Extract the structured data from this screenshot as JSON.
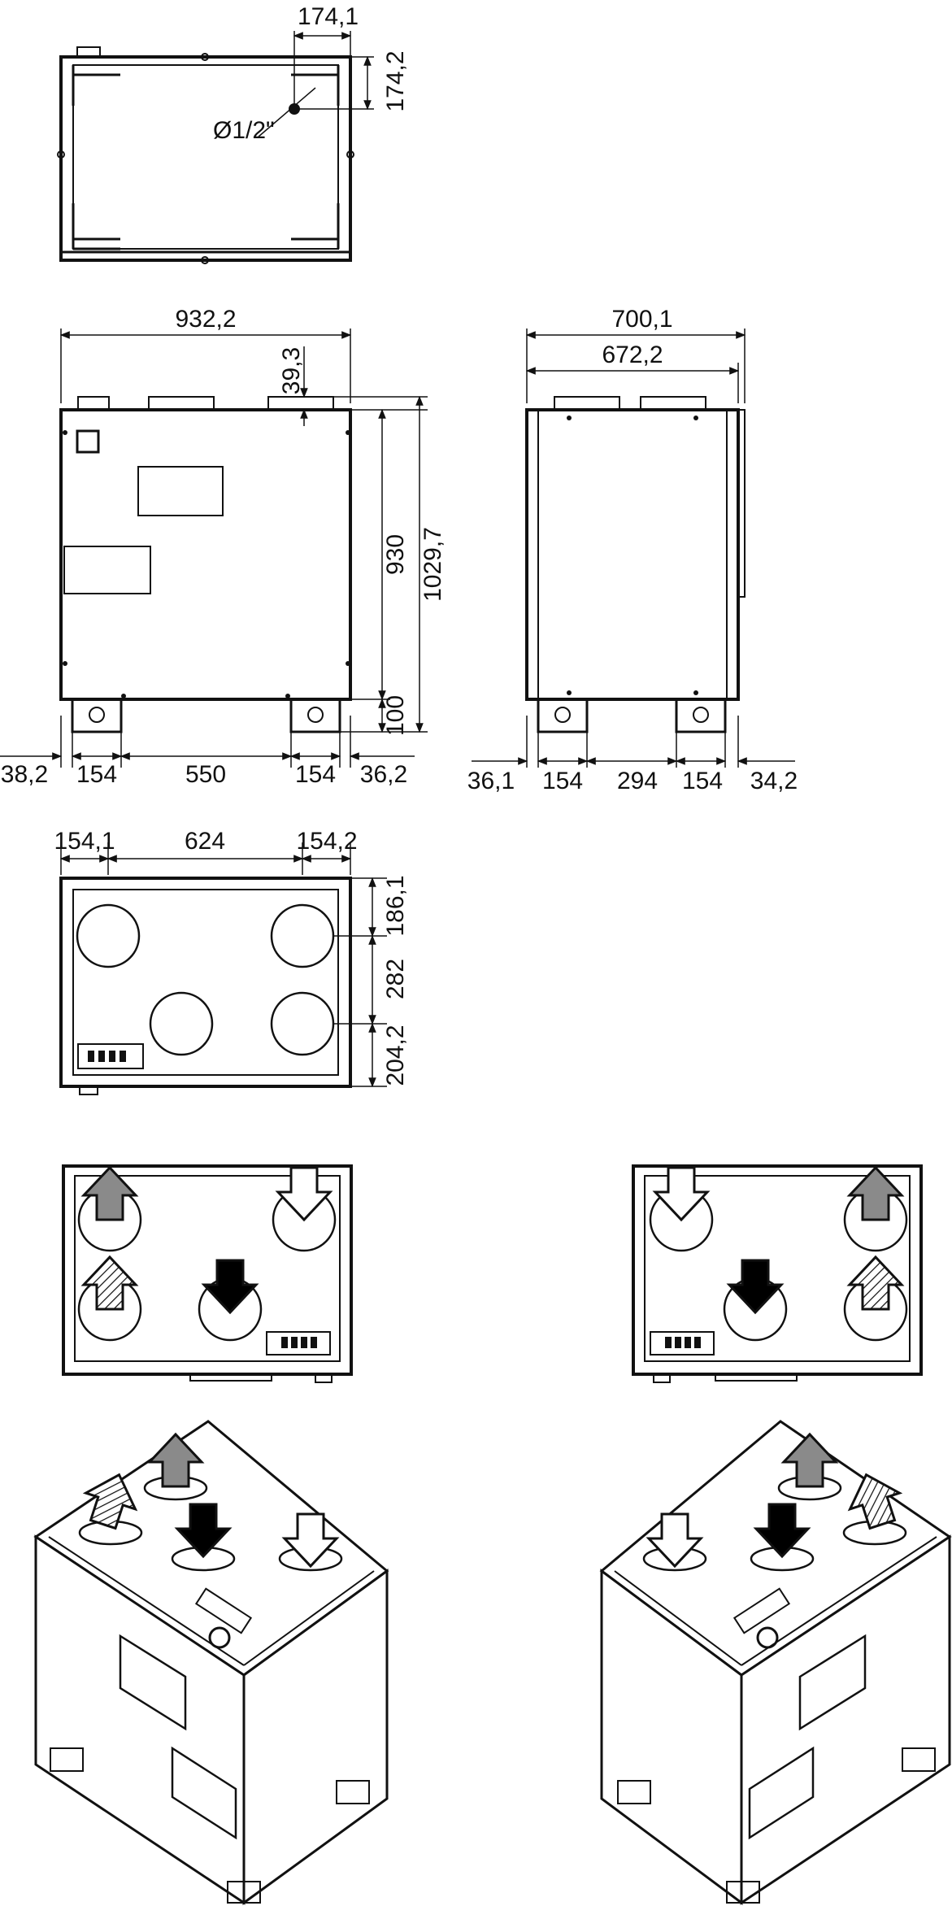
{
  "dimensions": {
    "top": {
      "w": "174,1",
      "h": "174,2",
      "pipe": "Ø1/2\""
    },
    "front": {
      "width": "932,2",
      "spigot": "39,3",
      "body": "930",
      "total": "1029,7",
      "foot": "100",
      "left_off": "38,2",
      "foot_l": "154",
      "gap": "550",
      "foot_r": "154",
      "right_off": "36,2"
    },
    "side": {
      "outer": "700,1",
      "inner": "672,2",
      "left_off": "36,1",
      "foot_l": "154",
      "gap": "294",
      "foot_r": "154",
      "right_off": "34,2"
    },
    "plan": {
      "left": "154,1",
      "center": "624",
      "right": "154,2",
      "top": "186,1",
      "mid": "282",
      "bottom": "204,2"
    }
  },
  "colors": {
    "line": "#111111",
    "grey_arrow": "#8a8a8a",
    "black_arrow": "#000000",
    "white_arrow": "#ffffff"
  }
}
